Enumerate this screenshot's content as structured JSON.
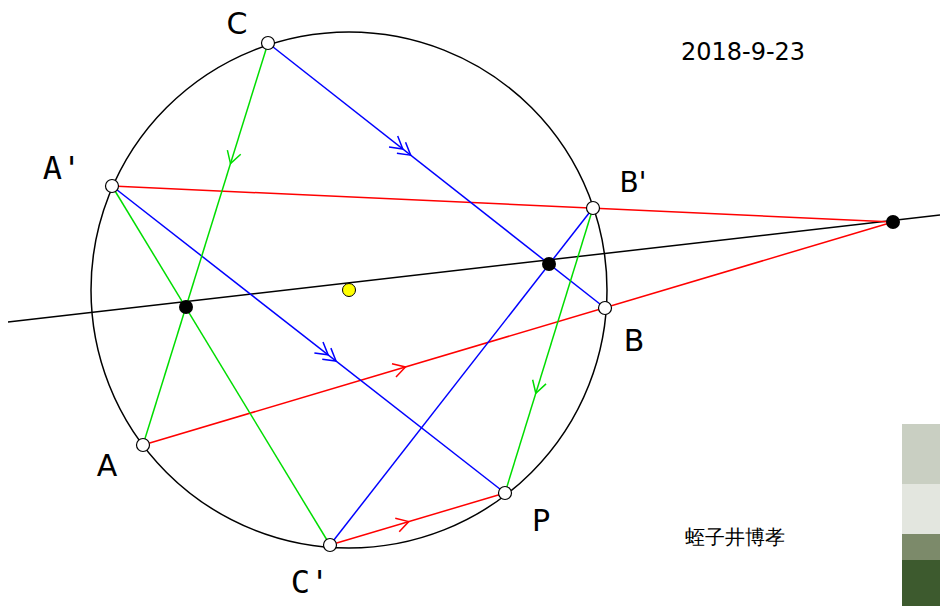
{
  "diagram": {
    "labels": [
      "2018-9-23",
      "C",
      "A'",
      "B'",
      "B",
      "A",
      "P",
      "C'",
      "蛭子井博孝"
    ]
  }
}
